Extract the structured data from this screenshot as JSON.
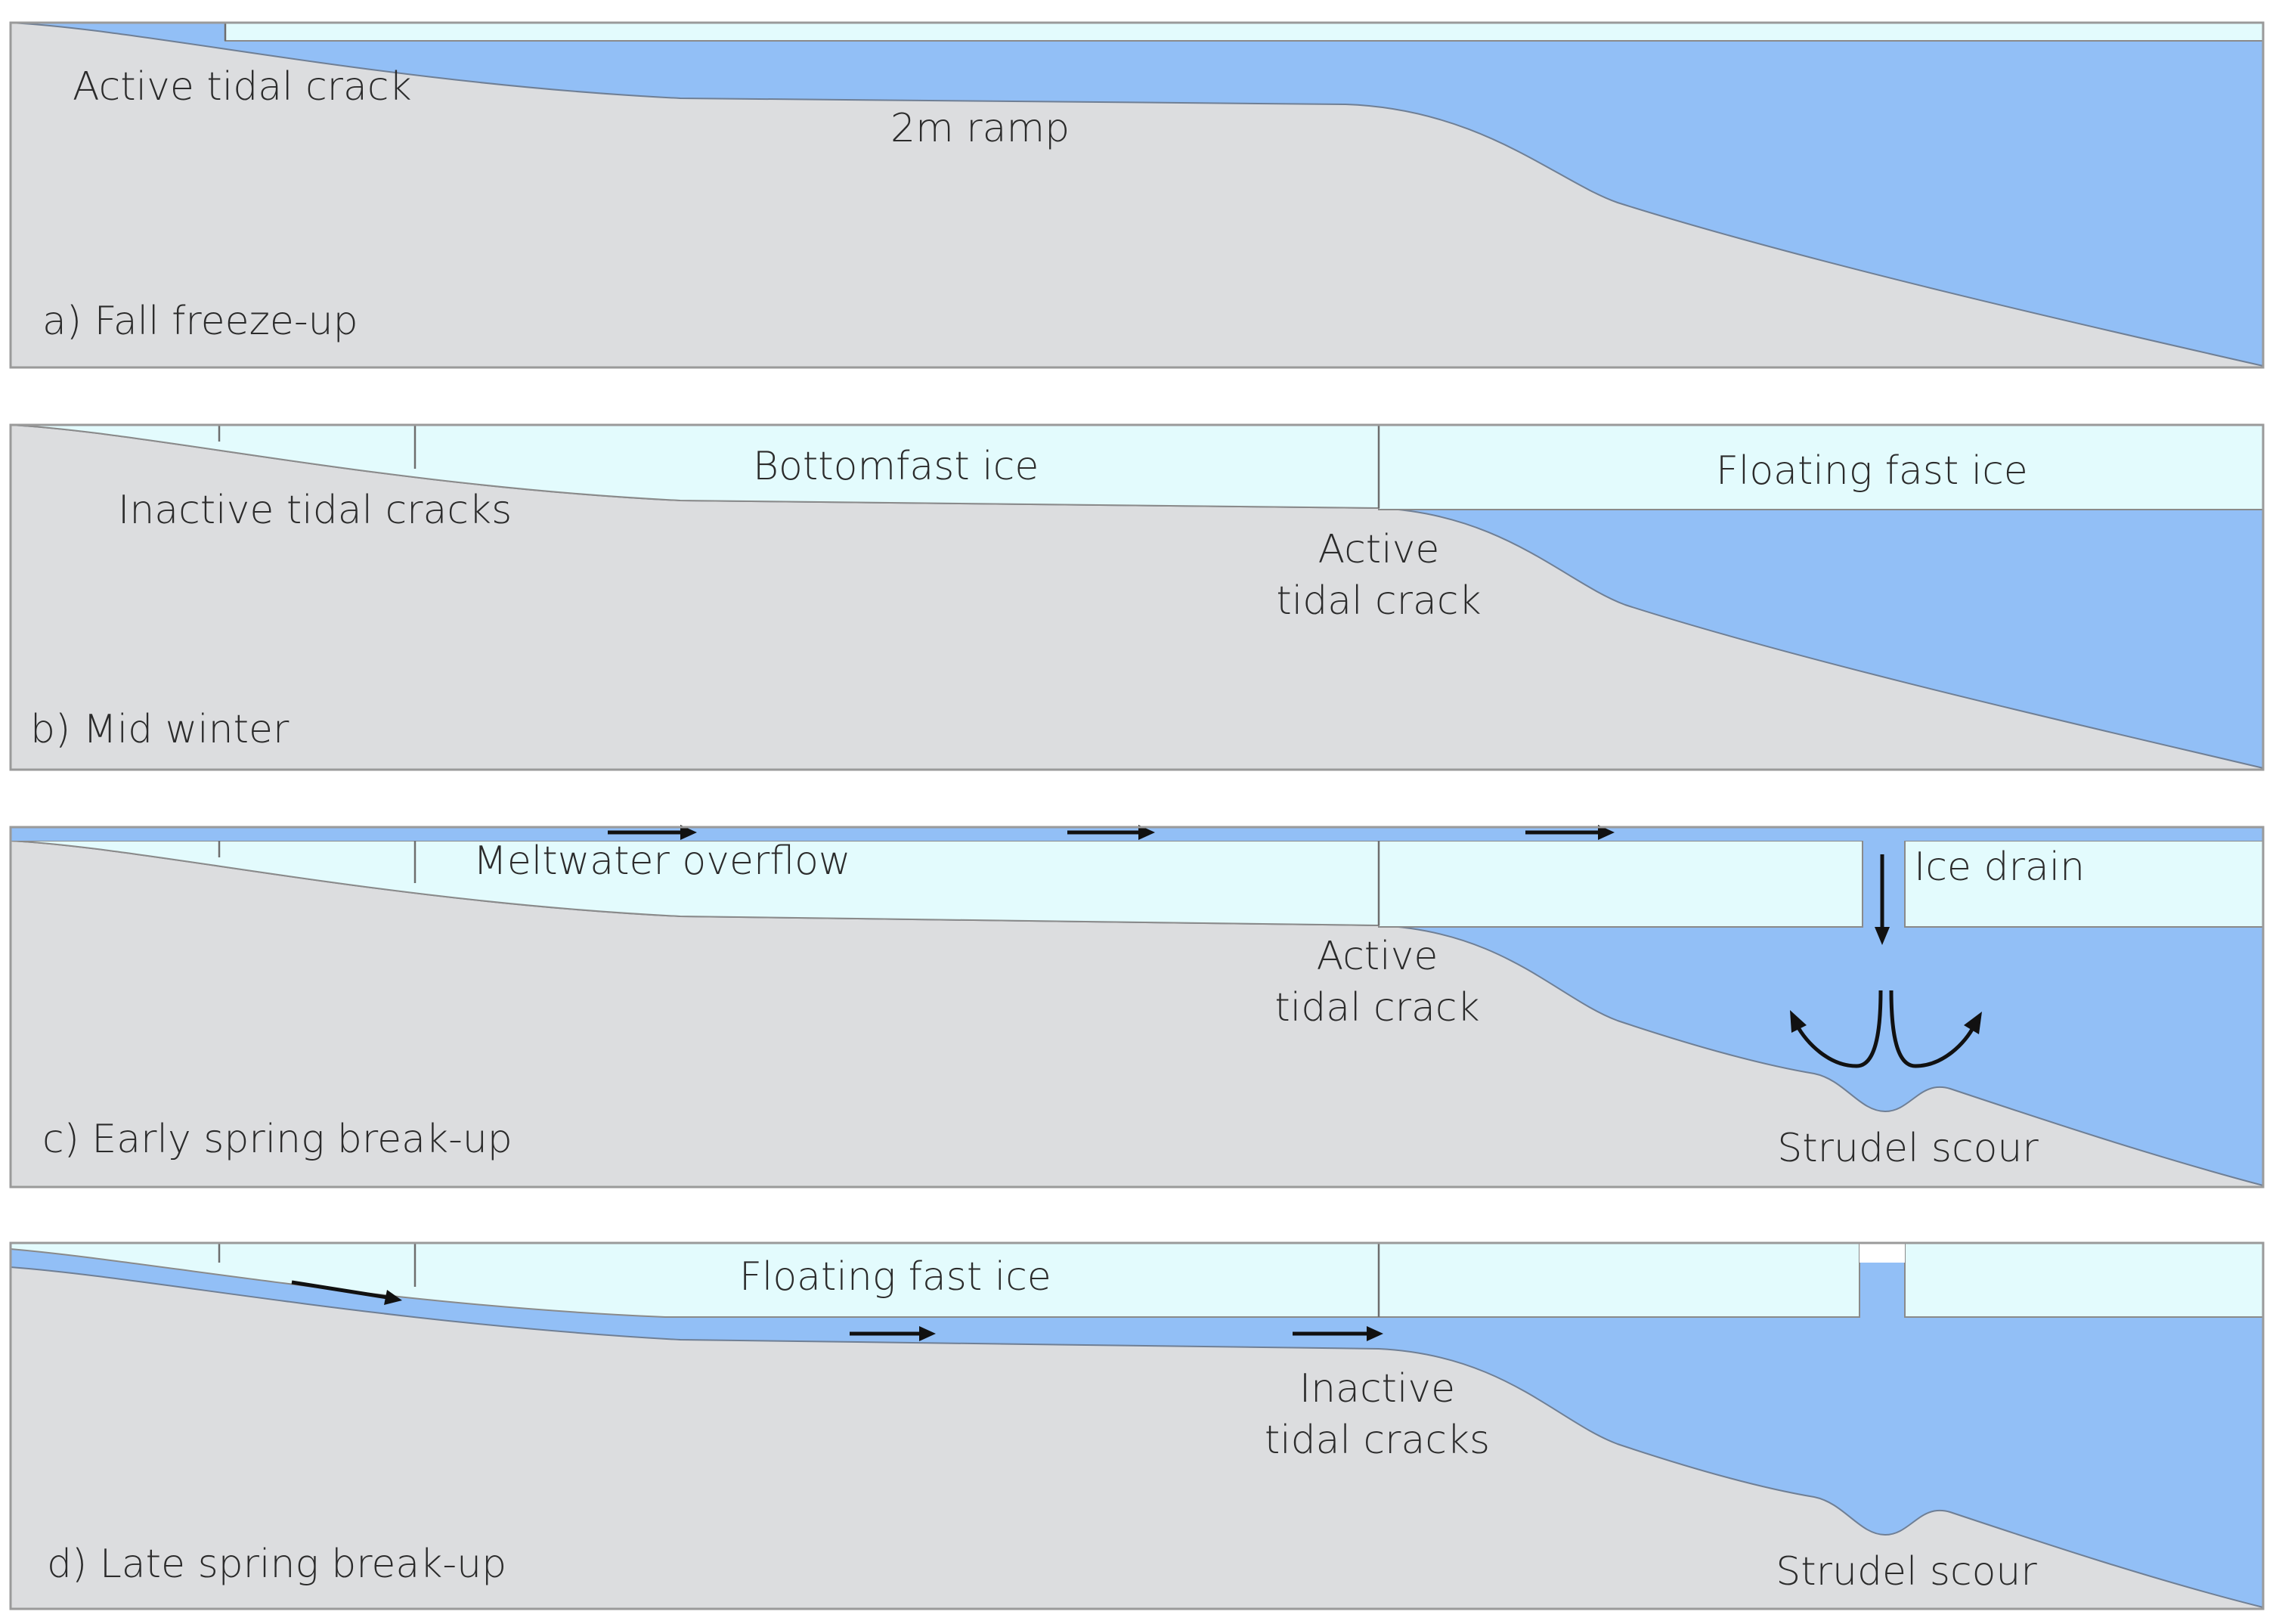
{
  "panels": [
    {
      "caption": "a) Fall freeze-up",
      "labels": {
        "crack": "Active tidal crack",
        "ramp": "2m ramp"
      }
    },
    {
      "caption": "b) Mid winter",
      "labels": {
        "inactive_cracks": "Inactive tidal cracks",
        "bottomfast": "Bottomfast ice",
        "floating": "Floating fast ice",
        "active_crack_line1": "Active",
        "active_crack_line2": "tidal crack"
      }
    },
    {
      "caption": "c) Early spring break-up",
      "labels": {
        "meltwater": "Meltwater overflow",
        "ice_drain": "Ice drain",
        "active_crack_line1": "Active",
        "active_crack_line2": "tidal crack",
        "scour": "Strudel scour"
      }
    },
    {
      "caption": "d) Late spring break-up",
      "labels": {
        "floating": "Floating fast ice",
        "inactive_cracks_line1": "Inactive",
        "inactive_cracks_line2": "tidal cracks",
        "scour": "Strudel scour"
      }
    }
  ],
  "colors": {
    "ground": "#dcdddf",
    "water": "#92bff6",
    "ice": "#e3fbfd"
  }
}
